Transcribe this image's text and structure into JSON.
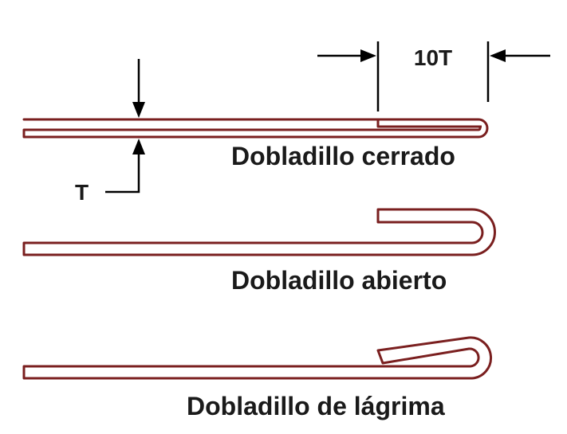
{
  "dimensions": {
    "hem_length_label": "10T",
    "thickness_label": "T"
  },
  "hems": [
    {
      "caption": "Dobladillo cerrado"
    },
    {
      "caption": "Dobladillo abierto"
    },
    {
      "caption": "Dobladillo de lágrima"
    }
  ],
  "colors": {
    "sheet": "#7a1f1f",
    "dimension": "#000000",
    "text": "#1a1a1a"
  }
}
